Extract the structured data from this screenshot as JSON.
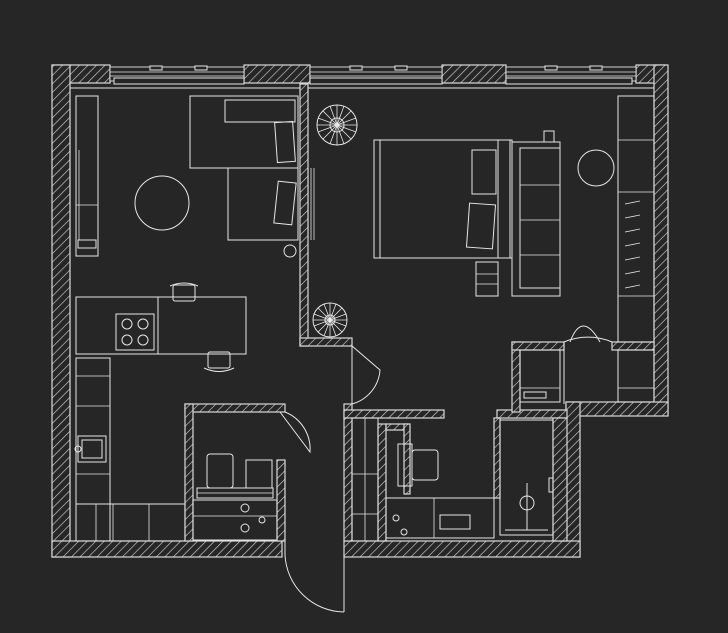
{
  "drawing": {
    "type": "apartment-floor-plan",
    "style": "white line drawing on dark background",
    "background_color": "#262626",
    "line_color": "#e6e6e6",
    "wall_fill": "diagonal-hatch"
  },
  "rooms": [
    {
      "id": "living-room",
      "items": [
        "corner-sofa",
        "round-coffee-table",
        "side-table"
      ]
    },
    {
      "id": "kitchen",
      "items": [
        "counter",
        "sink",
        "island-with-cooktop",
        "bar-stools"
      ]
    },
    {
      "id": "bedroom",
      "items": [
        "double-bed",
        "pillows",
        "nightstand",
        "dresser",
        "round-rug",
        "wardrobe"
      ]
    },
    {
      "id": "bathroom-1",
      "items": [
        "toilet",
        "sink",
        "washing-machine"
      ]
    },
    {
      "id": "bathroom-2",
      "items": [
        "toilet",
        "sink",
        "shower"
      ]
    },
    {
      "id": "hallway",
      "items": [
        "entrance-door",
        "storage-cabinets"
      ]
    }
  ],
  "plants": 2,
  "icons": [
    "cooktop-icon",
    "sink-icon",
    "toilet-icon",
    "shower-icon",
    "plant-icon",
    "door-swing-icon"
  ]
}
